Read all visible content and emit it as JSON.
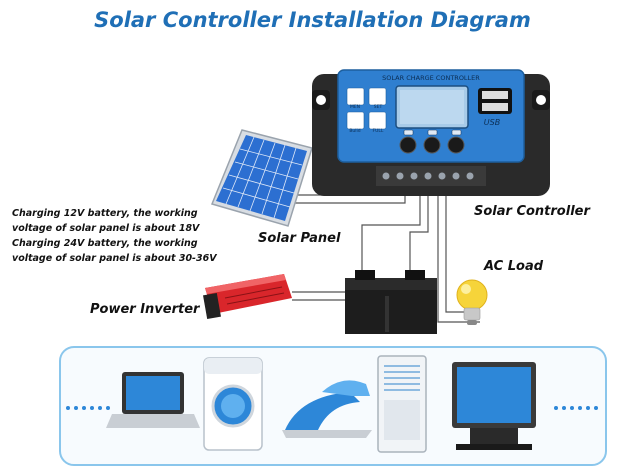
{
  "title": "Solar Controller Installation Diagram",
  "controller": {
    "header": "SOLAR CHARGE CONTROLLER",
    "brand": "USB",
    "icon_labels": [
      "MEN",
      "SET",
      "Bulid",
      "FULL"
    ],
    "name": "Solar Controller"
  },
  "labels": {
    "solar_panel": "Solar Panel",
    "ac_load": "AC Load",
    "power_inverter": "Power Inverter"
  },
  "note": [
    "Charging 12V battery, the working",
    "voltage of solar panel is about 18V",
    "Charging 24V battery, the working",
    "voltage of solar panel is about 30-36V"
  ],
  "colors": {
    "title": "#1f6fb6",
    "controller_face": "#2f7fd0",
    "controller_body": "#2a2a2a",
    "panel_cell": "#2c6fd1",
    "inverter": "#d9262b",
    "appliance_blue": "#2d87d8",
    "bulb": "#f6d43a"
  },
  "appliances": [
    "laptop-icon",
    "washing-machine-icon",
    "iron-icon",
    "air-conditioner-icon",
    "television-icon"
  ]
}
